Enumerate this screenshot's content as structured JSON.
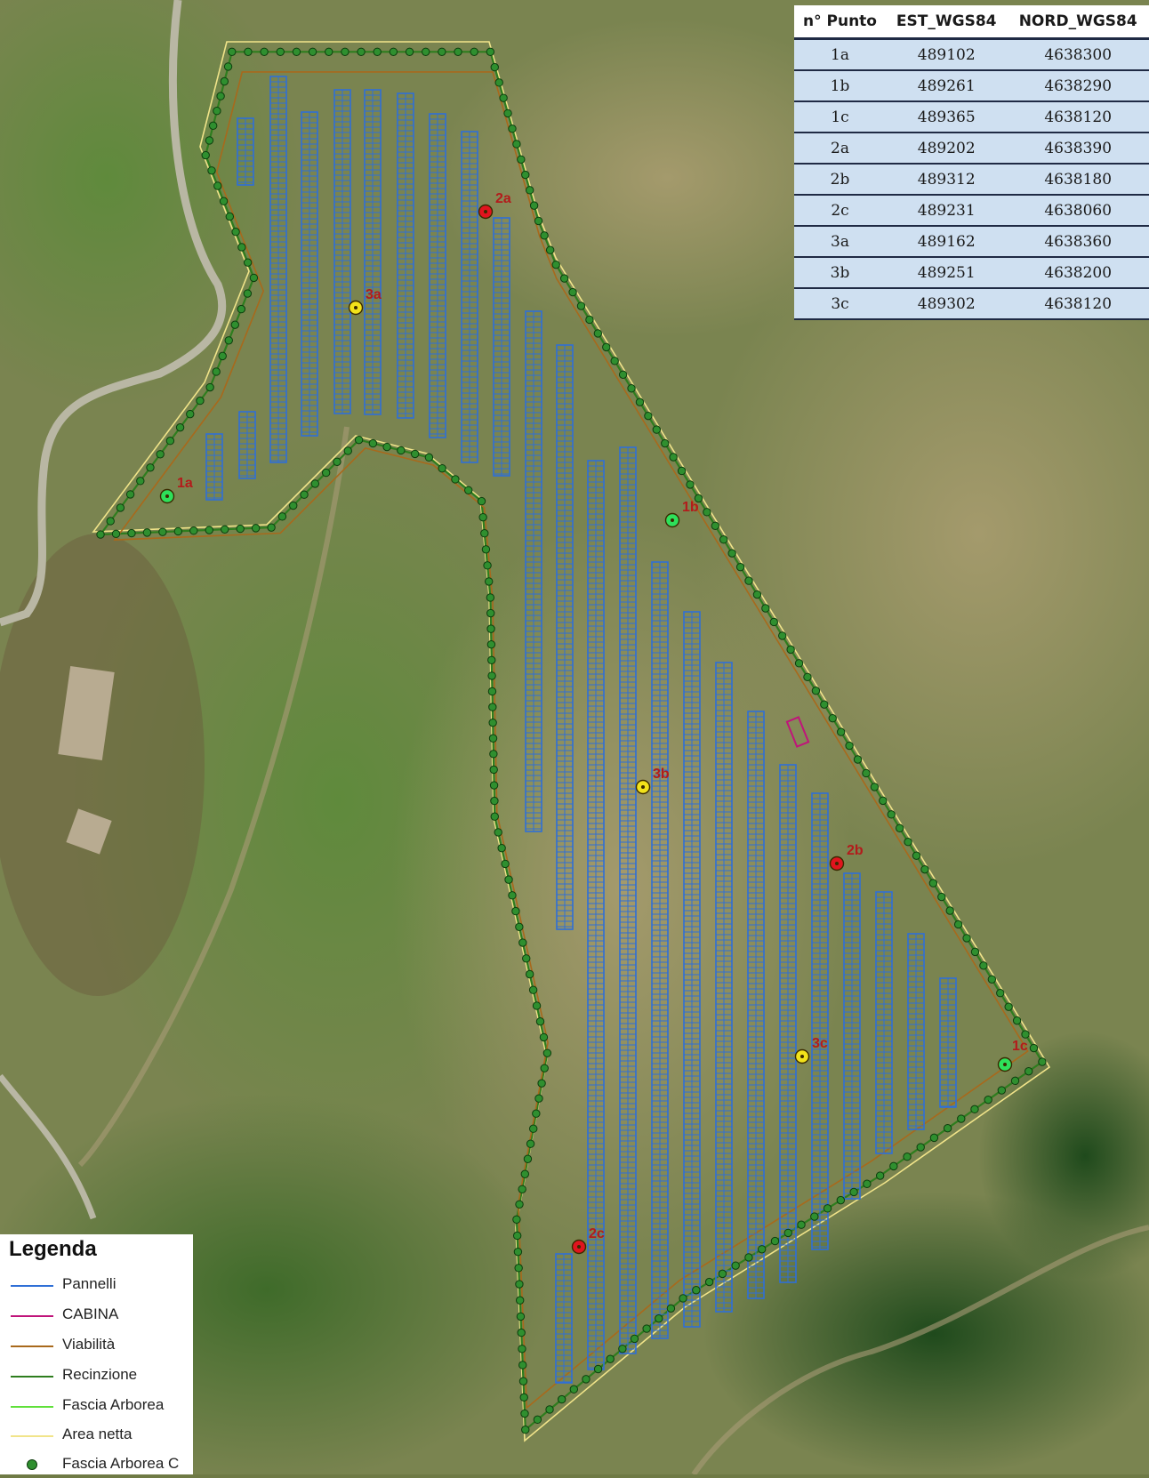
{
  "table": {
    "headers": [
      "n° Punto",
      "EST_WGS84",
      "NORD_WGS84"
    ],
    "rows": [
      [
        "1a",
        "489102",
        "4638300"
      ],
      [
        "1b",
        "489261",
        "4638290"
      ],
      [
        "1c",
        "489365",
        "4638120"
      ],
      [
        "2a",
        "489202",
        "4638390"
      ],
      [
        "2b",
        "489312",
        "4638180"
      ],
      [
        "2c",
        "489231",
        "4638060"
      ],
      [
        "3a",
        "489162",
        "4638360"
      ],
      [
        "3b",
        "489251",
        "4638200"
      ],
      [
        "3c",
        "489302",
        "4638120"
      ]
    ]
  },
  "legend": {
    "title": "Legenda",
    "items": [
      {
        "label": "Pannelli",
        "color": "#2f6fd6",
        "kind": "line"
      },
      {
        "label": "CABINA",
        "color": "#c0147a",
        "kind": "line"
      },
      {
        "label": "Viabilità",
        "color": "#a8691c",
        "kind": "line"
      },
      {
        "label": "Recinzione",
        "color": "#2e7d1e",
        "kind": "line"
      },
      {
        "label": "Fascia Arborea",
        "color": "#5fe03a",
        "kind": "line"
      },
      {
        "label": "Area netta",
        "color": "#f1e48a",
        "kind": "line"
      },
      {
        "label": "Fascia Arborea C",
        "color": "#2f8f2f",
        "kind": "dot"
      }
    ]
  },
  "points": [
    {
      "label": "1a",
      "color": "#2ee05a"
    },
    {
      "label": "1b",
      "color": "#2ee05a"
    },
    {
      "label": "1c",
      "color": "#2ee05a"
    },
    {
      "label": "2a",
      "color": "#e0141e"
    },
    {
      "label": "2b",
      "color": "#e0141e"
    },
    {
      "label": "2c",
      "color": "#e0141e"
    },
    {
      "label": "3a",
      "color": "#f2e21a"
    },
    {
      "label": "3b",
      "color": "#f2e21a"
    },
    {
      "label": "3c",
      "color": "#f2e21a"
    }
  ],
  "colors": {
    "panel": "#2f6fd6",
    "fence": "#2e7d1e",
    "road": "#a8691c",
    "net_area": "#f1e48a",
    "tree": "#2f8f2f",
    "cabin": "#c0147a"
  }
}
